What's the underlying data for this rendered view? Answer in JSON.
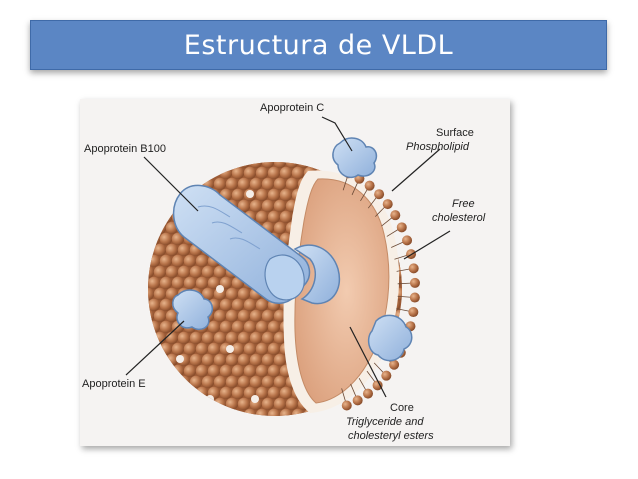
{
  "slide": {
    "title": "Estructura de VLDL"
  },
  "diagram": {
    "labels": {
      "apoprotein_c": "Apoprotein C",
      "apoprotein_b100": "Apoprotein B100",
      "apoprotein_e": "Apoprotein E",
      "surface_line1": "Surface",
      "surface_line2": "Phospholipid",
      "free_line1": "Free",
      "free_line2": "cholesterol",
      "core_line1": "Core",
      "core_line2": "Triglyceride and",
      "core_line3": "cholesteryl esters"
    },
    "colors": {
      "bead": "#b8744a",
      "bead_highlight": "#e0a57c",
      "core": "#e9b99a",
      "protein": "#a9c6e8",
      "protein_stroke": "#5f84b3",
      "background": "#f5f3f2"
    }
  }
}
